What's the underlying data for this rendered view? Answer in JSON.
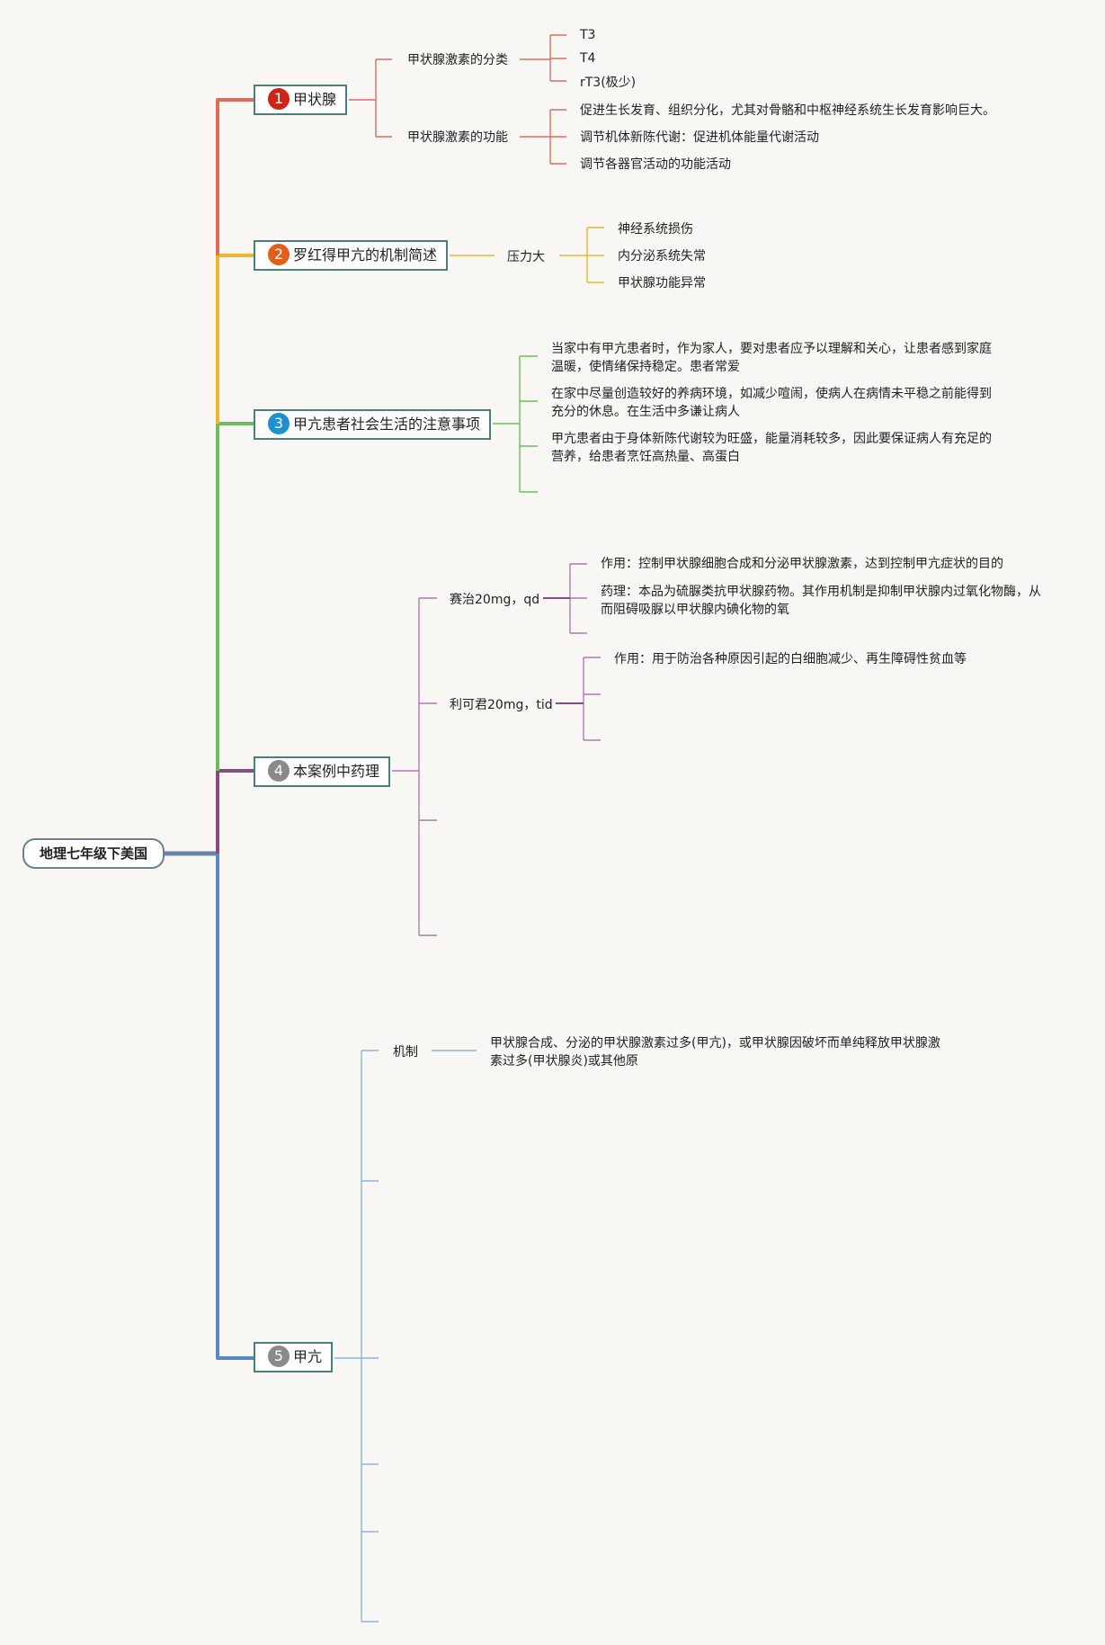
{
  "root": {
    "label": "地理七年级下美国"
  },
  "colors": {
    "root_line": "#6b86a4",
    "topic1": "#e06b5b",
    "topic2": "#f1b52a",
    "topic3": "#6abf5a",
    "topic4": "#8a4b7d",
    "topic5": "#5b86c7",
    "badge1": "#cc2418",
    "badge2": "#e0601b",
    "badge3": "#1e90d0",
    "badge_gray": "#8a8a8a",
    "topic_border": "#4b7f7b"
  },
  "topics": [
    {
      "number": "1",
      "label": "甲状腺",
      "children": [
        {
          "label": "甲状腺激素的分类",
          "items": [
            "T3",
            "T4",
            "rT3(极少)"
          ]
        },
        {
          "label": "甲状腺激素的功能",
          "items": [
            "促进生长发育、组织分化，尤其对骨骼和中枢神经系统生长发育影响巨大。",
            "调节机体新陈代谢：促进机体能量代谢活动",
            "调节各器官活动的功能活动"
          ]
        }
      ]
    },
    {
      "number": "2",
      "label": "罗红得甲亢的机制简述",
      "children": [
        {
          "label": "压力大",
          "items": [
            "神经系统损伤",
            "内分泌系统失常",
            "甲状腺功能异常"
          ]
        }
      ]
    },
    {
      "number": "3",
      "label": "甲亢患者社会生活的注意事项",
      "items": [
        "当家中有甲亢患者时，作为家人，要对患者应予以理解和关心，让患者感到家庭温暖，使情绪保持稳定。患者常爱",
        "在家中尽量创造较好的养病环境，如减少喧闹，使病人在病情未平稳之前能得到充分的休息。在生活中多谦让病人",
        "甲亢患者由于身体新陈代谢较为旺盛，能量消耗较多，因此要保证病人有充足的营养，给患者烹饪高热量、高蛋白"
      ]
    },
    {
      "number": "4",
      "label": "本案例中药理",
      "children": [
        {
          "label": "赛治20mg，qd",
          "items": [
            "作用：控制甲状腺细胞合成和分泌甲状腺激素，达到控制甲亢症状的目的",
            "药理：本品为硫脲类抗甲状腺药物。其作用机制是抑制甲状腺内过氧化物酶，从而阻碍吸脲以甲状腺内碘化物的氧"
          ]
        },
        {
          "label": "利可君20mg，tid",
          "items": [
            "作用：用于防治各种原因引起的白细胞减少、再生障碍性贫血等"
          ]
        }
      ]
    },
    {
      "number": "5",
      "label": "甲亢",
      "children": [
        {
          "label": "机制",
          "items": [
            "甲状腺合成、分泌的甲状腺激素过多(甲亢)，或甲状腺因破坏而单纯释放甲状腺激素过多(甲状腺炎)或其他原"
          ]
        }
      ]
    }
  ]
}
